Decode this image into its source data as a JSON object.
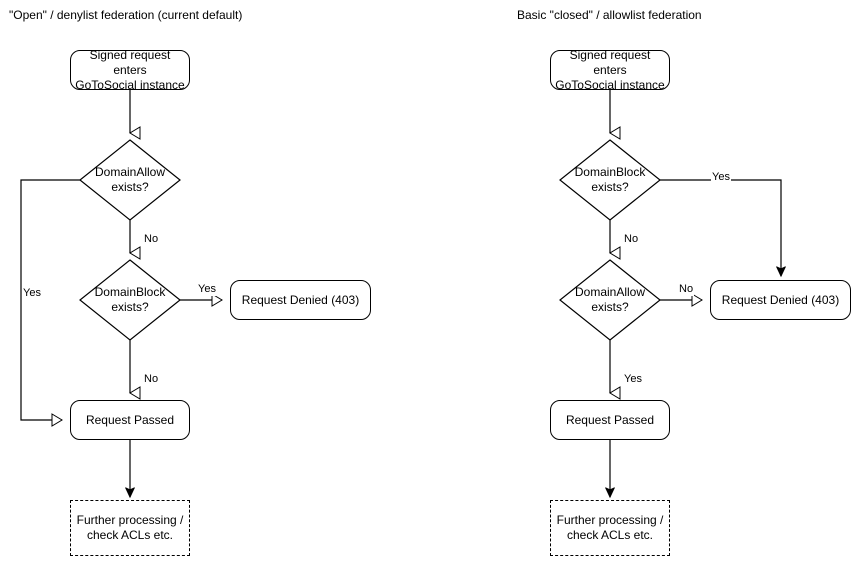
{
  "diagrams": [
    {
      "title": "\"Open\" / denylist federation (current default)",
      "nodes": {
        "entry": "Signed request enters\nGoToSocial instance",
        "first_decision": "DomainAllow\nexists?",
        "second_decision": "DomainBlock\nexists?",
        "denied": "Request Denied (403)",
        "passed": "Request Passed",
        "further": "Further processing /\ncheck ACLs etc."
      },
      "edge_labels": {
        "first_yes": "Yes",
        "first_no": "No",
        "second_yes": "Yes",
        "second_no": "No"
      }
    },
    {
      "title": "Basic \"closed\" / allowlist federation",
      "nodes": {
        "entry": "Signed request enters\nGoToSocial instance",
        "first_decision": "DomainBlock\nexists?",
        "second_decision": "DomainAllow\nexists?",
        "denied": "Request Denied (403)",
        "passed": "Request Passed",
        "further": "Further processing /\ncheck ACLs etc."
      },
      "edge_labels": {
        "first_yes": "Yes",
        "first_no": "No",
        "second_no": "No",
        "second_yes": "Yes"
      }
    }
  ],
  "style": {
    "stroke": "#000000",
    "fill": "#ffffff",
    "text": "#000000"
  }
}
